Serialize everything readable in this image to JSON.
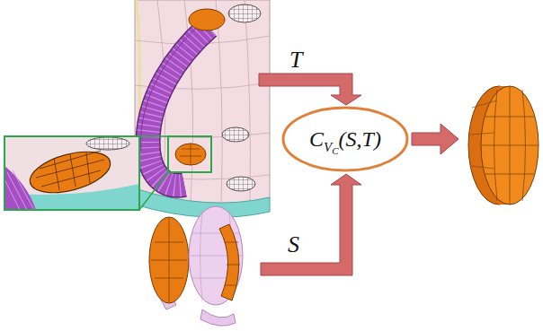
{
  "diagram": {
    "nodes": [
      {
        "text": [
          "CVC(S,T)"
        ]
      }
    ],
    "labels": [
      "T",
      "S"
    ]
  }
}
